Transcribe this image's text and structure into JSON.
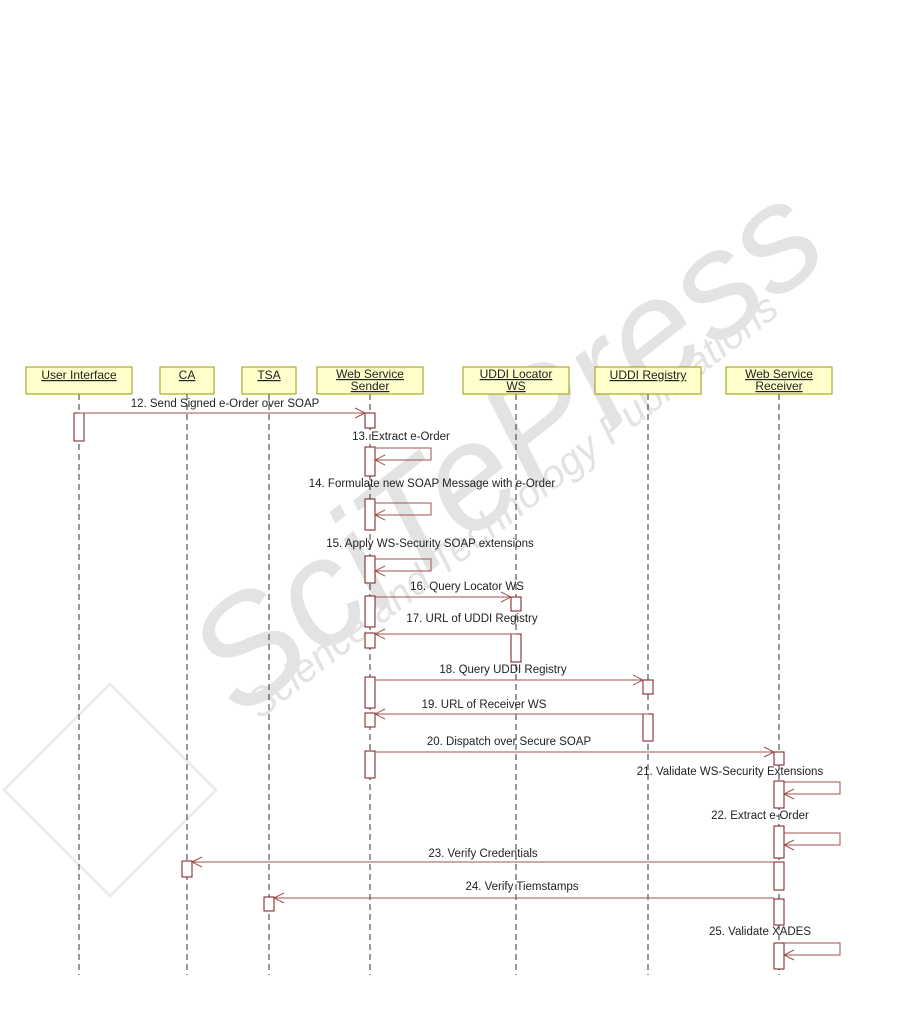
{
  "participants": [
    {
      "id": "ui",
      "lines": [
        "User Interface"
      ]
    },
    {
      "id": "ca",
      "lines": [
        "CA"
      ]
    },
    {
      "id": "tsa",
      "lines": [
        "TSA"
      ]
    },
    {
      "id": "sender",
      "lines": [
        "Web Service",
        "Sender"
      ]
    },
    {
      "id": "locator",
      "lines": [
        "UDDI Locator",
        "WS"
      ]
    },
    {
      "id": "registry",
      "lines": [
        "UDDI Registry"
      ]
    },
    {
      "id": "receiver",
      "lines": [
        "Web Service",
        "Receiver"
      ]
    }
  ],
  "messages": [
    {
      "label": "12. Send Signed e-Order over SOAP",
      "from": "ui",
      "to": "sender"
    },
    {
      "label": "13. Extract e-Order",
      "from": "sender",
      "to": "sender"
    },
    {
      "label": "14. Formulate new SOAP Message with e-Order",
      "from": "sender",
      "to": "sender"
    },
    {
      "label": "15. Apply WS-Security SOAP extensions",
      "from": "sender",
      "to": "sender"
    },
    {
      "label": "16. Query Locator WS",
      "from": "sender",
      "to": "locator"
    },
    {
      "label": "17. URL of UDDI Registry",
      "from": "locator",
      "to": "sender"
    },
    {
      "label": "18. Query UDDI Registry",
      "from": "sender",
      "to": "registry"
    },
    {
      "label": "19. URL of Receiver WS",
      "from": "registry",
      "to": "sender"
    },
    {
      "label": "20. Dispatch over Secure SOAP",
      "from": "sender",
      "to": "receiver"
    },
    {
      "label": "21. Validate WS-Security Extensions",
      "from": "receiver",
      "to": "receiver"
    },
    {
      "label": "22. Extract e-Order",
      "from": "receiver",
      "to": "receiver"
    },
    {
      "label": "23. Verify Credentials",
      "from": "receiver",
      "to": "ca"
    },
    {
      "label": "24. Verify Tiemstamps",
      "from": "receiver",
      "to": "tsa"
    },
    {
      "label": "25. Validate XADES",
      "from": "receiver",
      "to": "receiver"
    }
  ],
  "watermark": {
    "logo_text": "SciTePress",
    "tagline": "Science and Technology Publications"
  }
}
